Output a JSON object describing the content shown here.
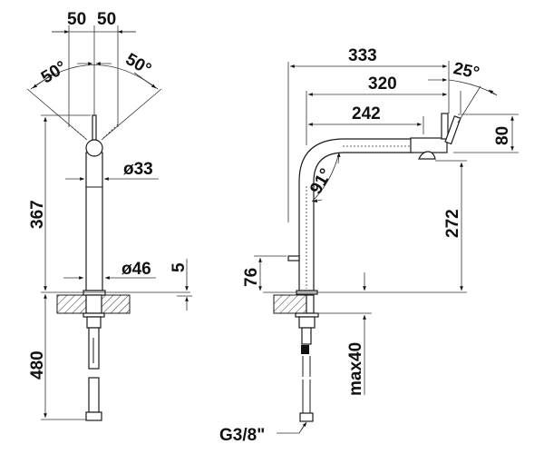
{
  "drawing": {
    "front_view": {
      "width_left": "50",
      "width_right": "50",
      "angle_left": "50°",
      "angle_right": "50°",
      "height": "367",
      "body_diameter": "ø33",
      "base_diameter": "ø46",
      "base_height": "5",
      "hose_length": "480"
    },
    "side_view": {
      "reach_total": "333",
      "reach_spout": "320",
      "reach_head": "242",
      "head_angle": "25°",
      "head_height": "80",
      "spout_angle": "91°",
      "clearance": "272",
      "lever_height": "76",
      "counter_thickness": "max40",
      "connection": "G3/8\""
    }
  }
}
